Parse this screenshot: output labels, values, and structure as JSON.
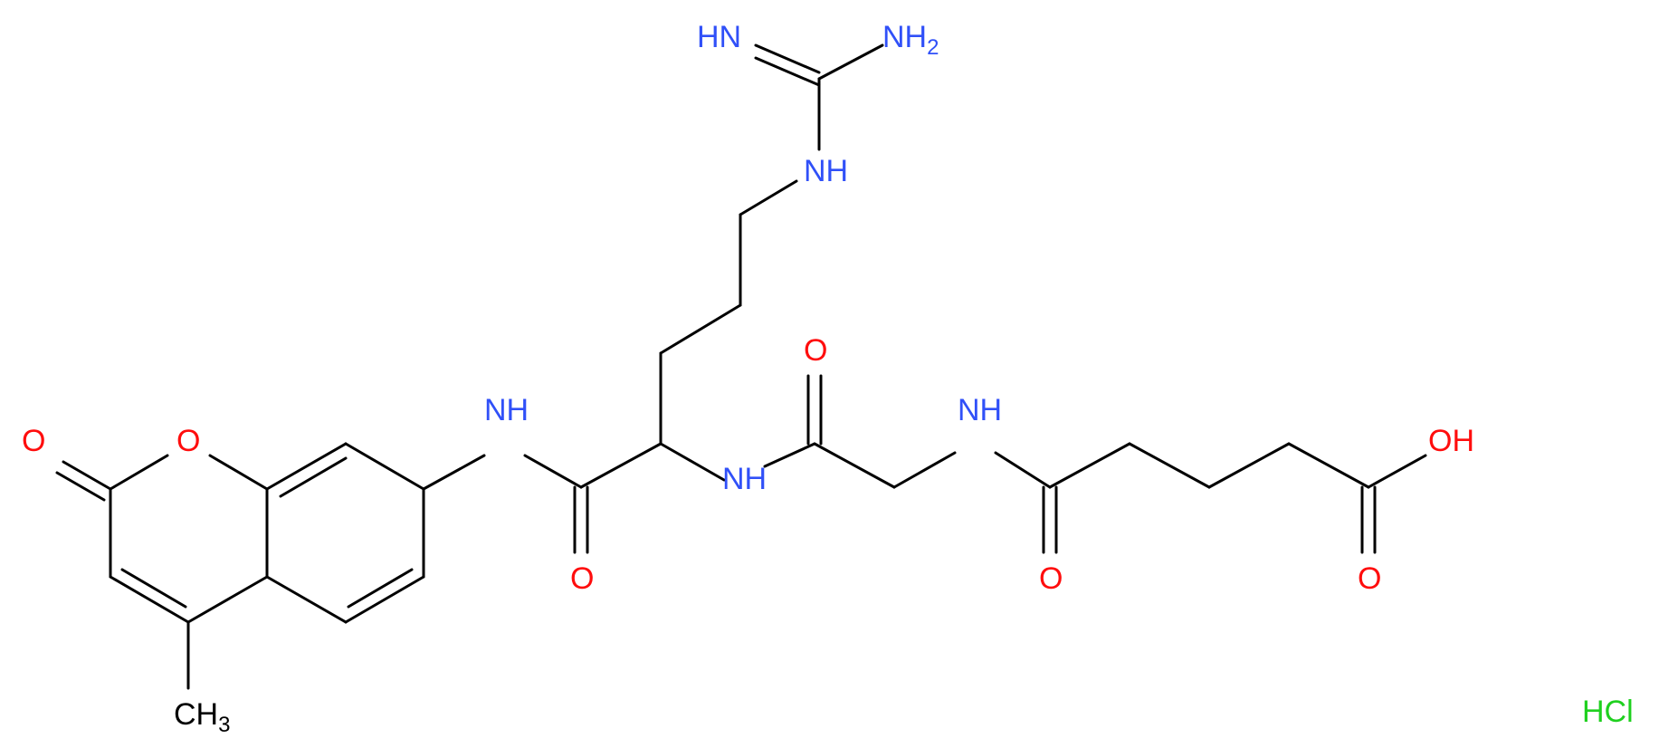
{
  "molecule": {
    "counterion": "HCl",
    "colors": {
      "bond": "#000000",
      "nitrogen": "#3050f8",
      "oxygen": "#ff0d0d",
      "carbon": "#000000",
      "chlorine": "#1fd01f",
      "background": "#ffffff"
    },
    "labels": {
      "imine_nh": "HN",
      "amine_nh2_main": "NH",
      "amine_nh2_sub": "2",
      "guanidine_nh": "NH",
      "ring_o": "O",
      "carbonyl_o_lactone": "O",
      "anilide_nh": "NH",
      "amide_o_1": "O",
      "amide_nh_2": "NH",
      "amide_o_2": "O",
      "amide_nh_3": "NH",
      "amide_o_3": "O",
      "acid_oh": "OH",
      "acid_o": "O",
      "methyl_main": "CH",
      "methyl_sub": "3"
    }
  }
}
